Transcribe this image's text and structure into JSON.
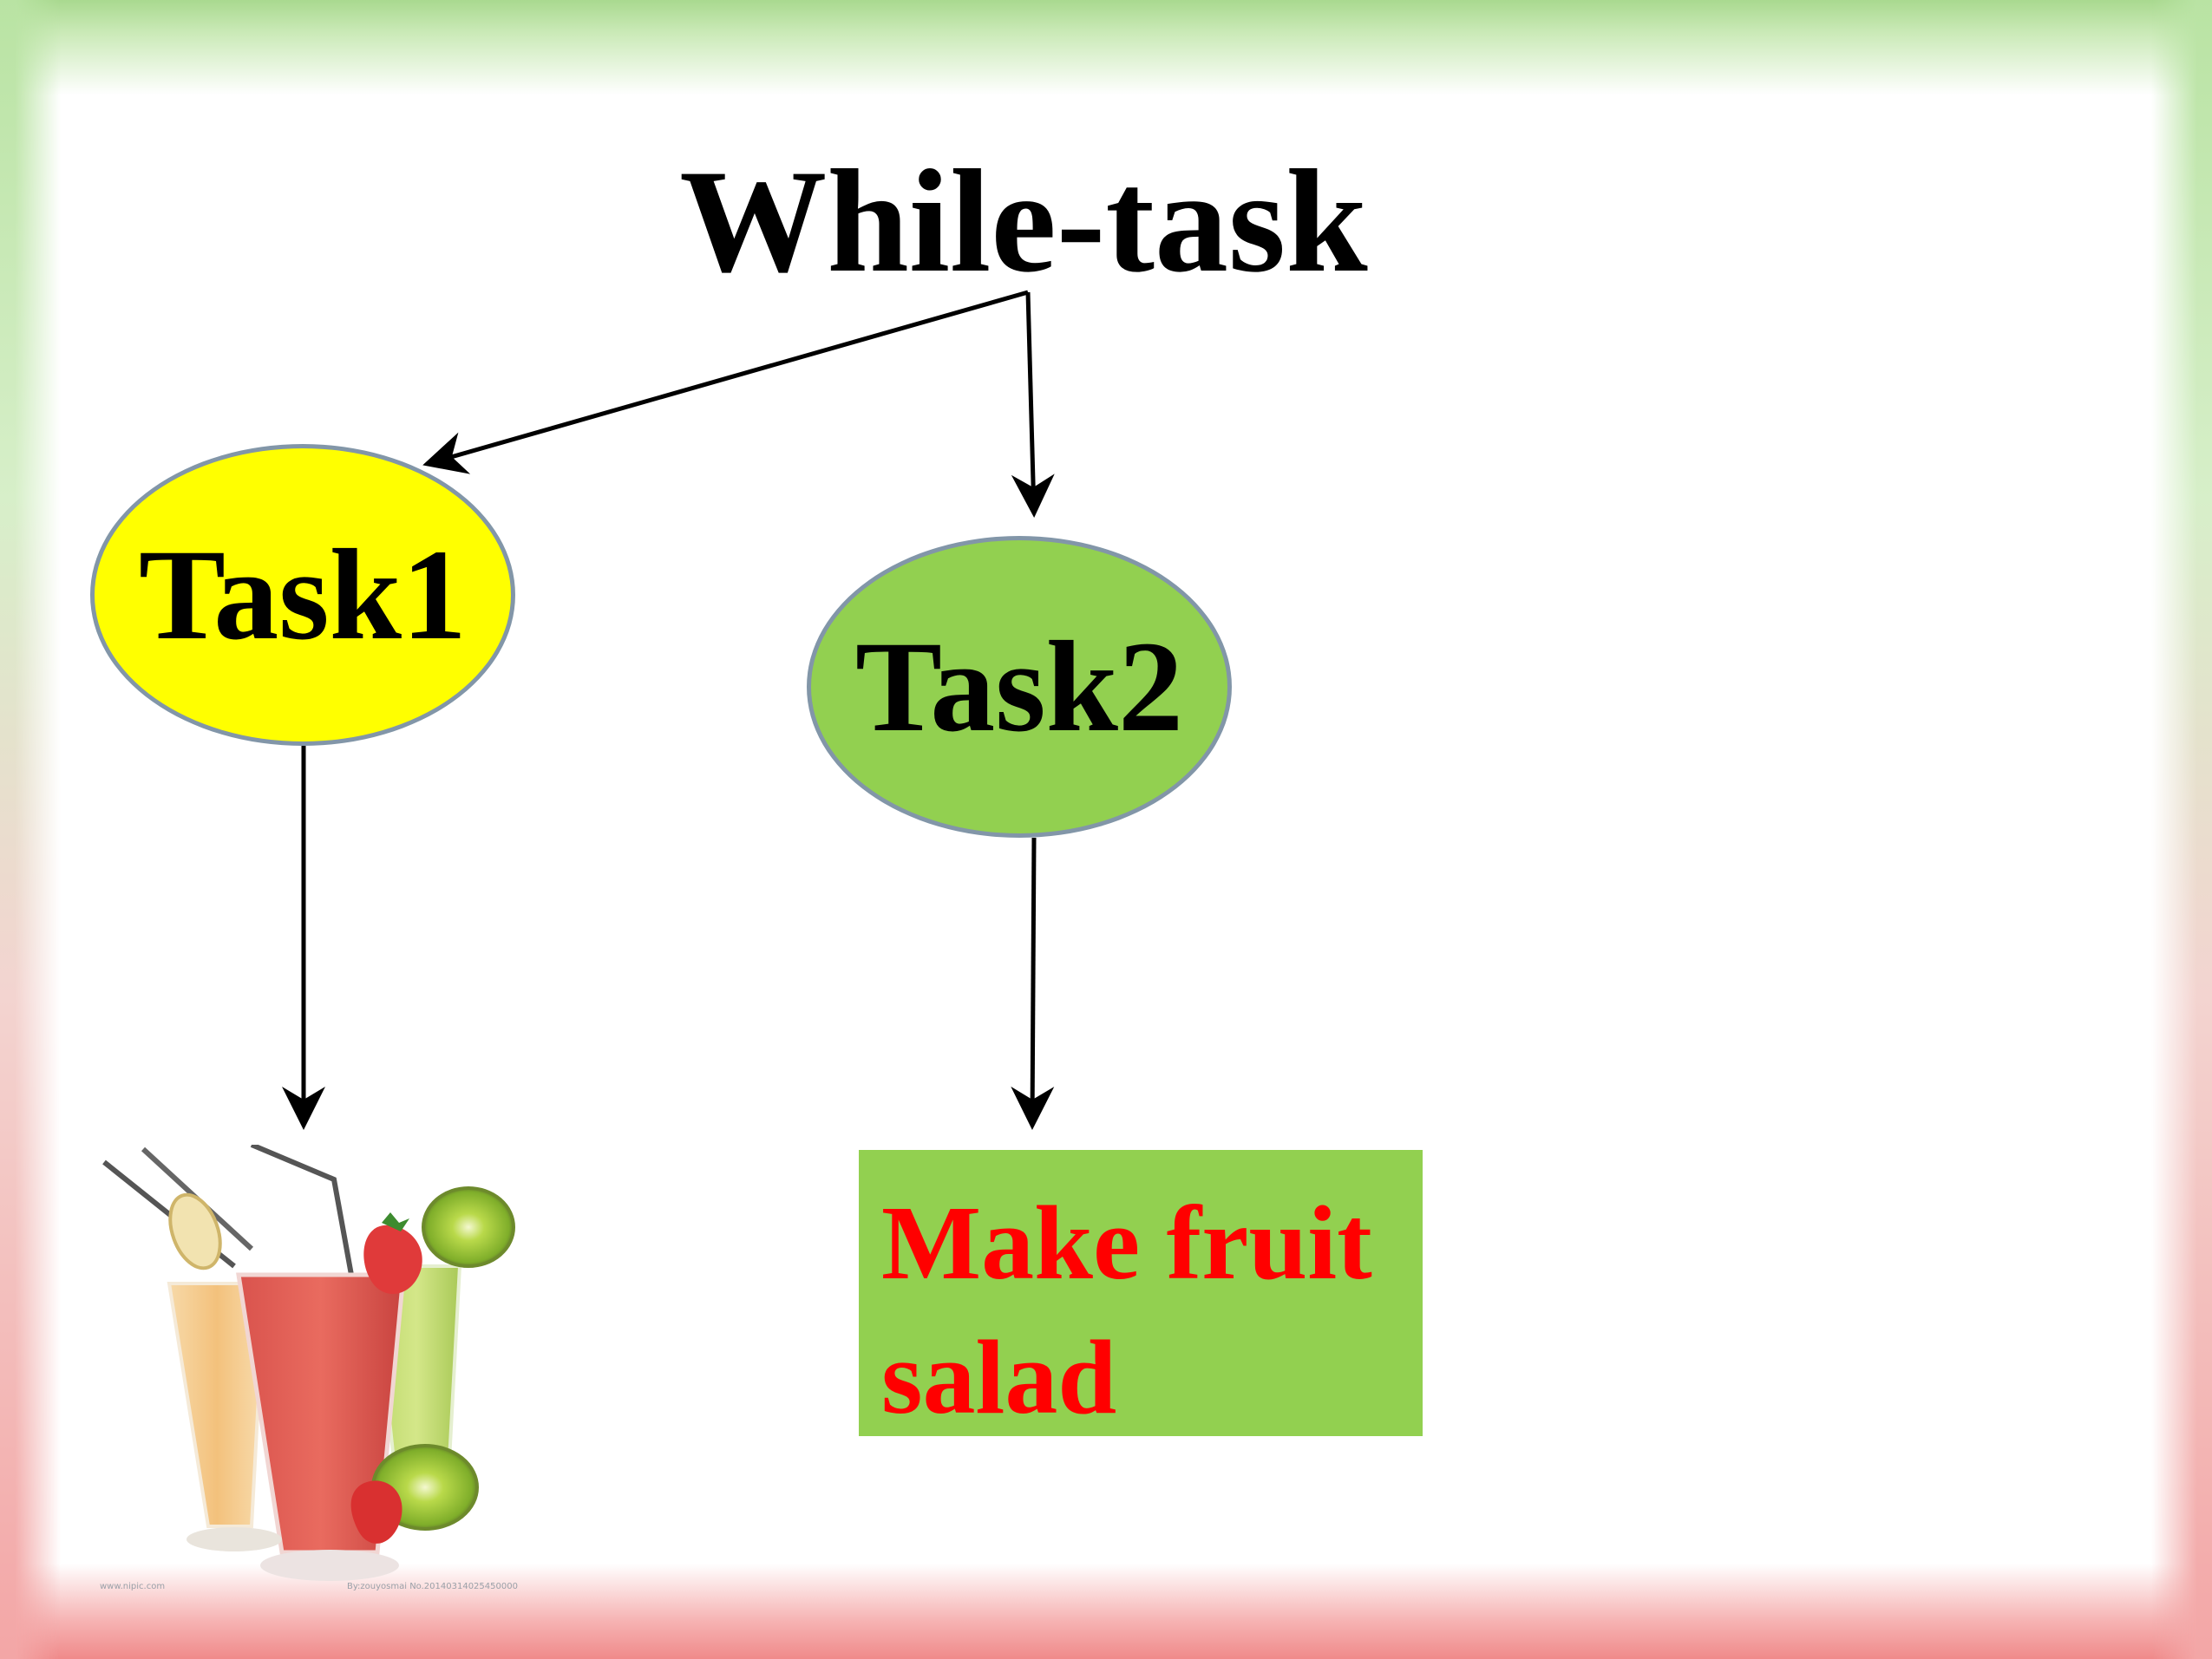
{
  "title": "While-task",
  "nodes": [
    {
      "id": "task1",
      "label": "Task1",
      "fill": "#ffff00"
    },
    {
      "id": "task2",
      "label": "Task2",
      "fill": "#92d050"
    }
  ],
  "result": {
    "label_line1": "Make fruit",
    "label_line2": "salad",
    "fill": "#92d050",
    "text_color": "#ff0000"
  },
  "image": {
    "subject": "fruit-juice-glasses-illustration",
    "watermark_left": "www.nipic.com",
    "watermark_right": "By:zouyosmai No.20140314025450000"
  },
  "colors": {
    "frame_top": "#a9d98f",
    "frame_bottom": "#f08a8a",
    "node_border": "#8296a8",
    "arrow": "#000000"
  }
}
